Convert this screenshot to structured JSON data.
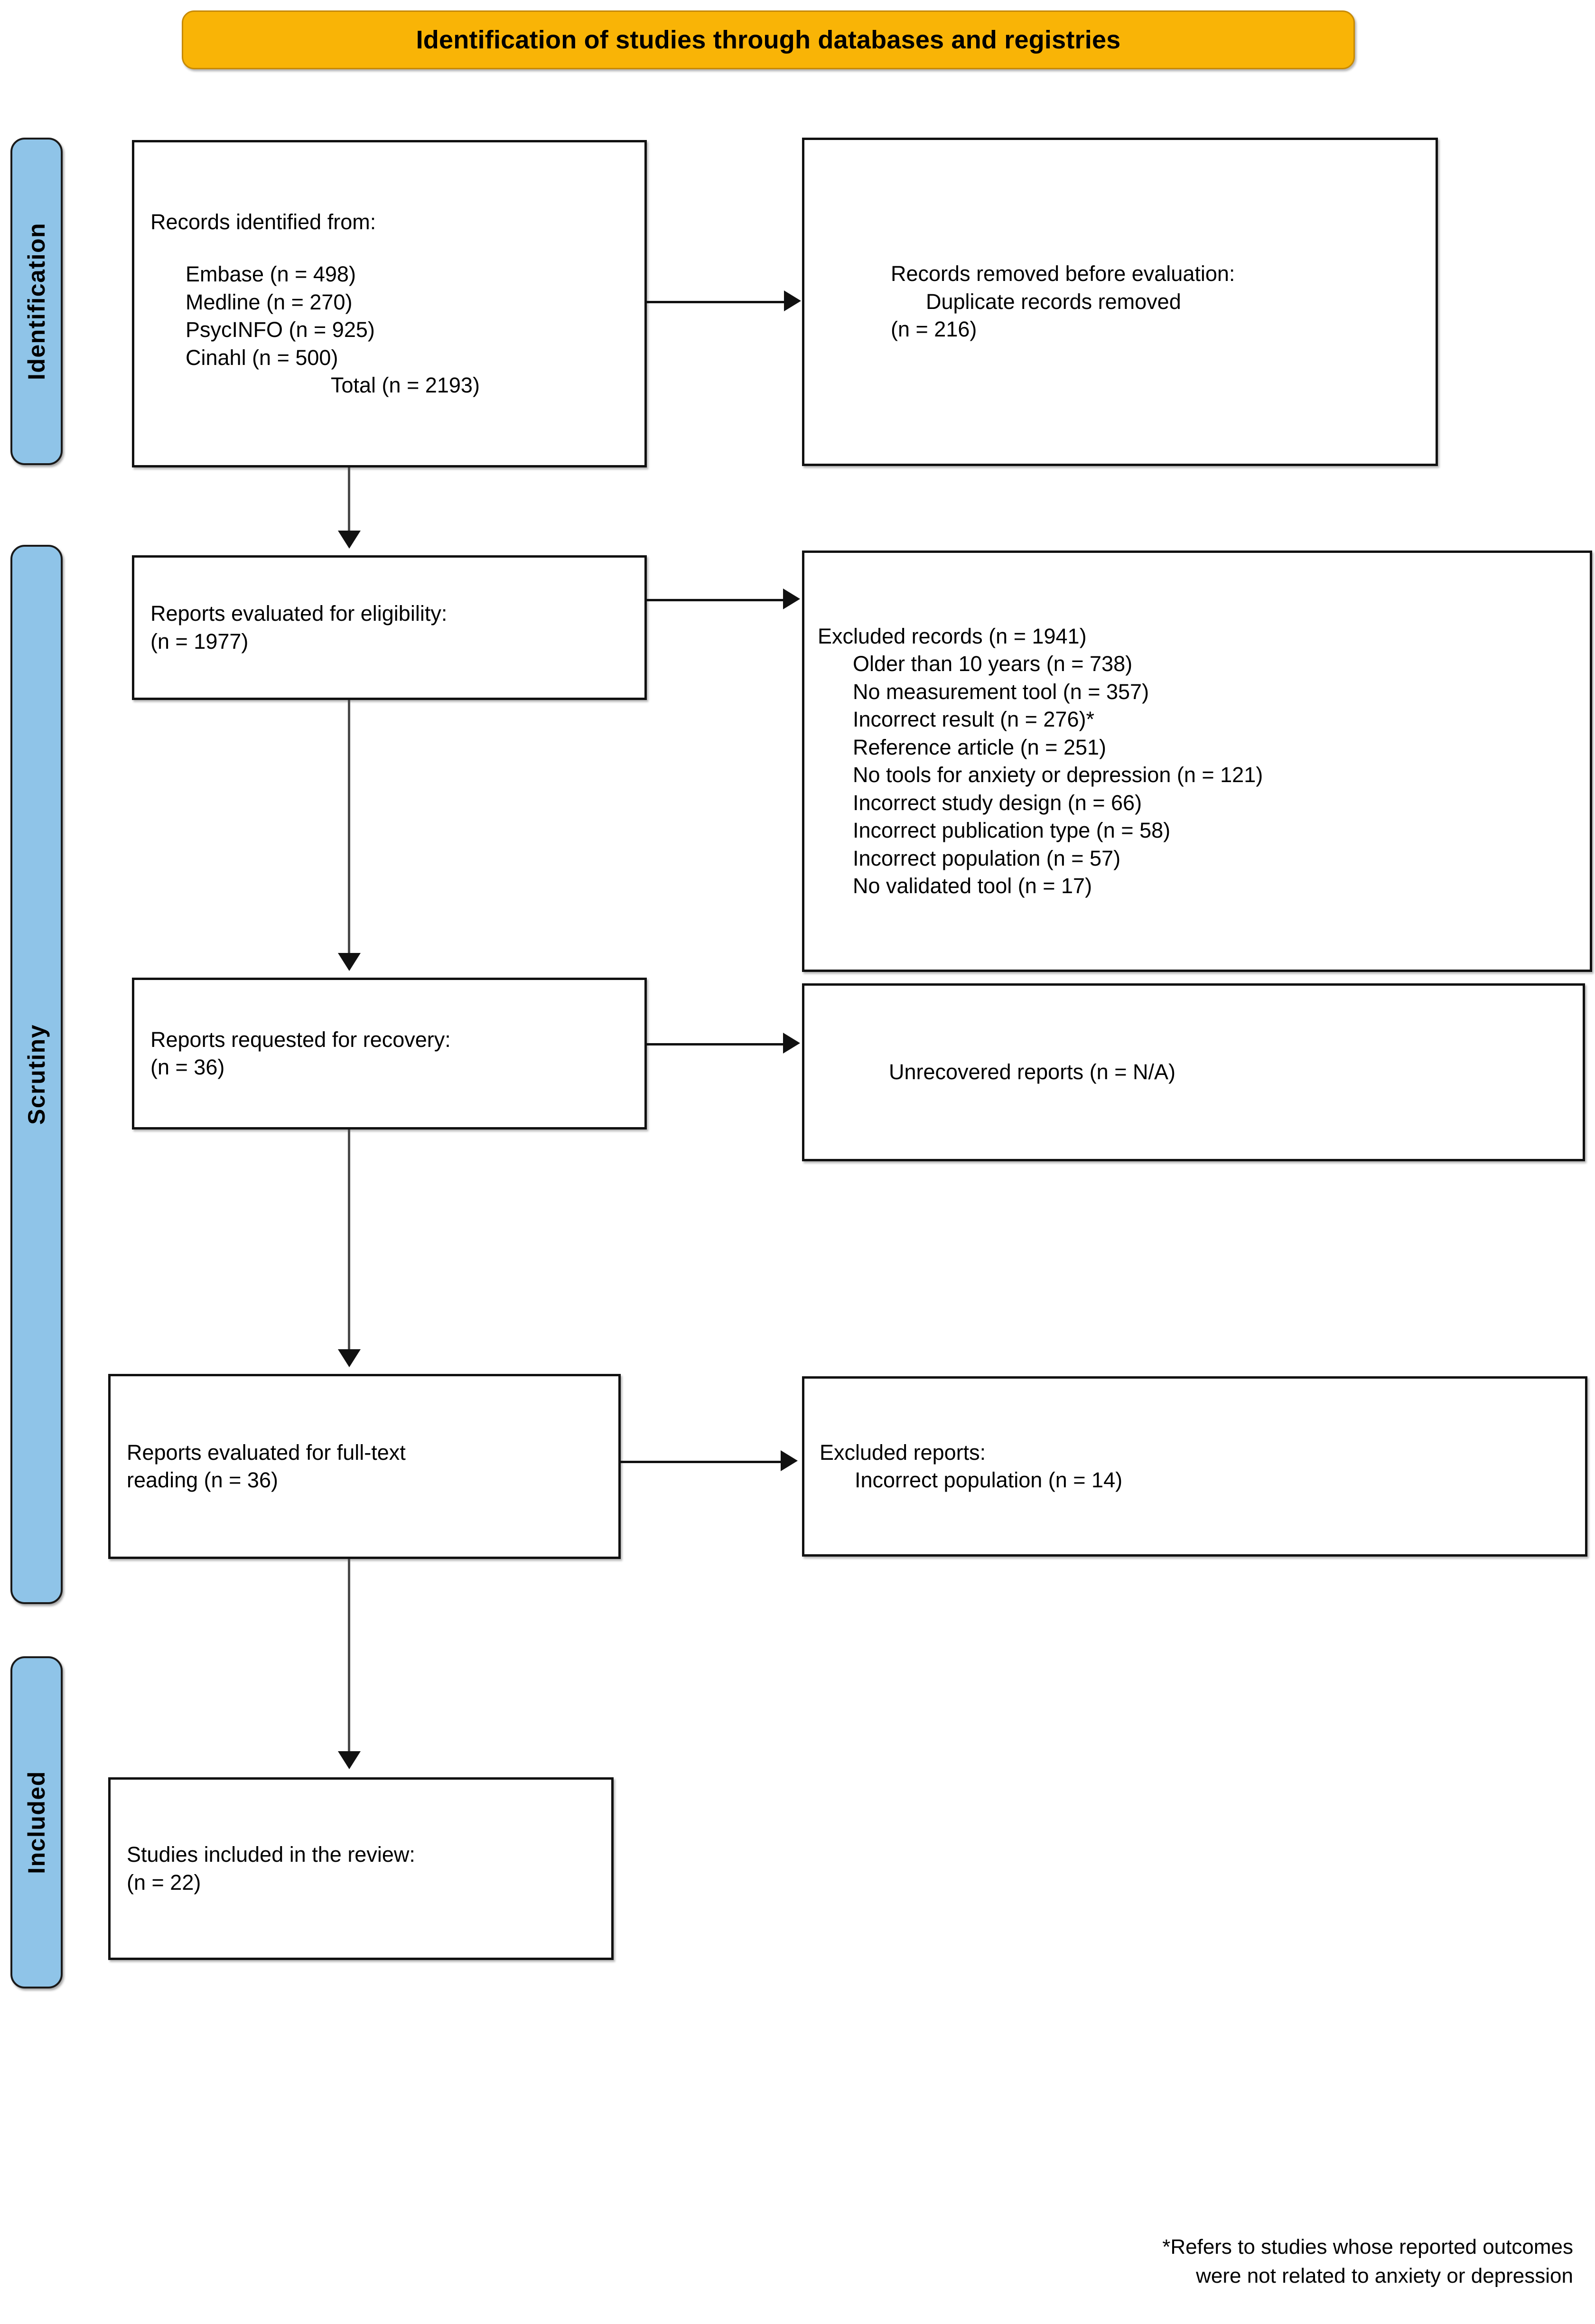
{
  "banner": {
    "title": "Identification of studies through databases and registries",
    "color": "#F9B406"
  },
  "stages": {
    "color": "#8FC4E8",
    "identification": "Identification",
    "scrutiny": "Scrutiny",
    "included": "Included"
  },
  "boxes": {
    "records_identified": {
      "heading": "Records identified from:",
      "sources": [
        "Embase (n = 498)",
        "Medline (n = 270)",
        "PsycINFO (n = 925)",
        "Cinahl (n = 500)"
      ],
      "total": "Total (n = 2193)"
    },
    "records_removed": {
      "line1": "Records removed before evaluation:",
      "line2": "Duplicate records removed",
      "line3": "(n = 216)"
    },
    "reports_eligible": {
      "line1": "Reports evaluated for eligibility:",
      "line2": "(n = 1977)"
    },
    "excluded_records": {
      "heading": "Excluded records (n = 1941)",
      "reasons": [
        "Older than 10 years (n = 738)",
        "No measurement tool (n = 357)",
        "Incorrect result (n = 276)*",
        "Reference article (n = 251)",
        "No tools for anxiety or depression (n = 121)",
        "Incorrect study design (n = 66)",
        "Incorrect publication type (n = 58)",
        "Incorrect population (n = 57)",
        "No validated tool (n = 17)"
      ]
    },
    "reports_recovery": {
      "line1": "Reports requested for recovery:",
      "line2": "(n = 36)"
    },
    "unrecovered": {
      "line1": "Unrecovered reports (n = N/A)"
    },
    "reports_fulltext": {
      "line1": "Reports evaluated for full-text",
      "line2": "reading (n = 36)"
    },
    "excluded_reports": {
      "heading": "Excluded reports:",
      "reasons": [
        "Incorrect population (n = 14)"
      ]
    },
    "included_studies": {
      "line1": "Studies included in the review:",
      "line2": "(n = 22)"
    }
  },
  "footnote": {
    "line1": "*Refers to studies whose reported outcomes",
    "line2": "were not related to anxiety or depression"
  },
  "chart_data": {
    "type": "diagram",
    "title": "PRISMA 2020 flow diagram",
    "nodes": [
      {
        "id": "identified",
        "stage": "Identification",
        "label": "Records identified from:",
        "n": 2193,
        "breakdown": [
          {
            "source": "Embase",
            "n": 498
          },
          {
            "source": "Medline",
            "n": 270
          },
          {
            "source": "PsycINFO",
            "n": 925
          },
          {
            "source": "Cinahl",
            "n": 500
          }
        ]
      },
      {
        "id": "removed",
        "stage": "Identification",
        "label": "Records removed before evaluation: Duplicate records removed",
        "n": 216
      },
      {
        "id": "eligible",
        "stage": "Scrutiny",
        "label": "Reports evaluated for eligibility",
        "n": 1977
      },
      {
        "id": "excluded_records",
        "stage": "Scrutiny",
        "label": "Excluded records",
        "n": 1941,
        "breakdown": [
          {
            "reason": "Older than 10 years",
            "n": 738
          },
          {
            "reason": "No measurement tool",
            "n": 357
          },
          {
            "reason": "Incorrect result",
            "n": 276
          },
          {
            "reason": "Reference article",
            "n": 251
          },
          {
            "reason": "No tools for anxiety or depression",
            "n": 121
          },
          {
            "reason": "Incorrect study design",
            "n": 66
          },
          {
            "reason": "Incorrect publication type",
            "n": 58
          },
          {
            "reason": "Incorrect population",
            "n": 57
          },
          {
            "reason": "No validated tool",
            "n": 17
          }
        ]
      },
      {
        "id": "recovery",
        "stage": "Scrutiny",
        "label": "Reports requested for recovery",
        "n": 36
      },
      {
        "id": "unrecovered",
        "stage": "Scrutiny",
        "label": "Unrecovered reports",
        "n": "N/A"
      },
      {
        "id": "fulltext",
        "stage": "Scrutiny",
        "label": "Reports evaluated for full-text reading",
        "n": 36
      },
      {
        "id": "excluded_reports",
        "stage": "Scrutiny",
        "label": "Excluded reports",
        "n": 14,
        "breakdown": [
          {
            "reason": "Incorrect population",
            "n": 14
          }
        ]
      },
      {
        "id": "included",
        "stage": "Included",
        "label": "Studies included in the review",
        "n": 22
      }
    ],
    "edges": [
      {
        "from": "identified",
        "to": "removed",
        "direction": "right"
      },
      {
        "from": "identified",
        "to": "eligible",
        "direction": "down"
      },
      {
        "from": "eligible",
        "to": "excluded_records",
        "direction": "right"
      },
      {
        "from": "eligible",
        "to": "recovery",
        "direction": "down"
      },
      {
        "from": "recovery",
        "to": "unrecovered",
        "direction": "right"
      },
      {
        "from": "recovery",
        "to": "fulltext",
        "direction": "down"
      },
      {
        "from": "fulltext",
        "to": "excluded_reports",
        "direction": "right"
      },
      {
        "from": "fulltext",
        "to": "included",
        "direction": "down"
      }
    ]
  }
}
